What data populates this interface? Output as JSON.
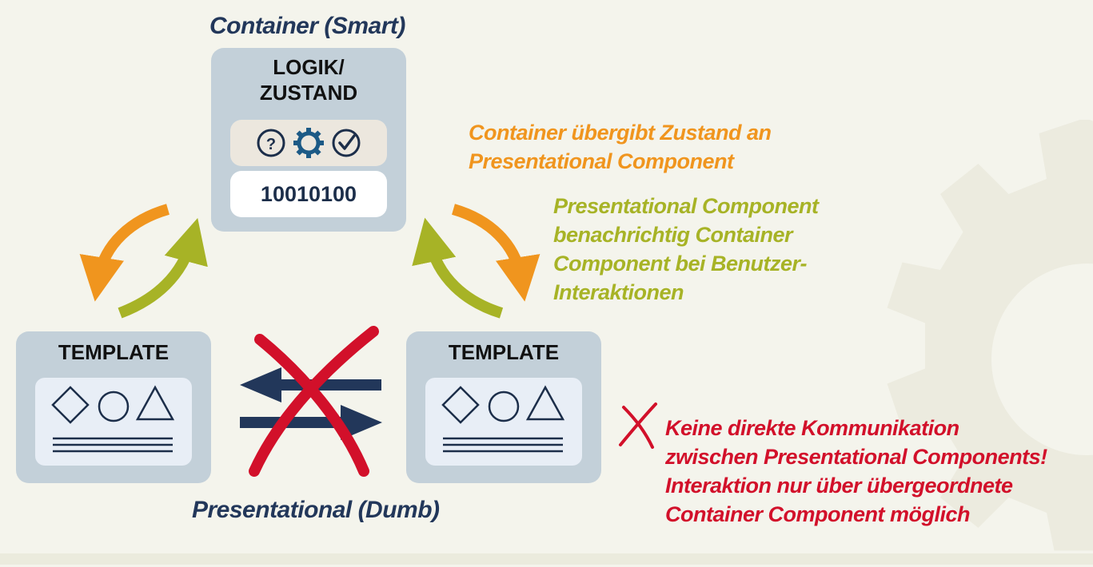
{
  "labels": {
    "container_smart": "Container (Smart)",
    "presentational_dumb": "Presentational (Dumb)"
  },
  "container": {
    "title_line1": "LOGIK/",
    "title_line2": "ZUSTAND",
    "icons": [
      "question-icon",
      "gear-icon",
      "check-icon"
    ],
    "binary": "10010100"
  },
  "templates": [
    {
      "title": "TEMPLATE",
      "shapes": [
        "diamond",
        "circle",
        "triangle"
      ]
    },
    {
      "title": "TEMPLATE",
      "shapes": [
        "diamond",
        "circle",
        "triangle"
      ]
    }
  ],
  "annotations": {
    "orange": {
      "color": "#f0951e",
      "lines": [
        "Container übergibt Zustand an",
        "Presentational Component"
      ]
    },
    "green": {
      "color": "#a7b326",
      "lines": [
        "Presentational Component",
        "benachrichtig Container",
        "Component bei Benutzer-",
        "Interaktionen"
      ]
    },
    "red": {
      "color": "#d2102a",
      "lines": [
        "Keine direkte Kommunikation",
        "zwischen Presentational Components!",
        "Interaktion nur über übergeordnete",
        "Container Component möglich"
      ]
    }
  },
  "colors": {
    "navy": "#22375a",
    "box": "#c3d0d9",
    "orange": "#f0951e",
    "green": "#a7b326",
    "red": "#d2102a"
  }
}
